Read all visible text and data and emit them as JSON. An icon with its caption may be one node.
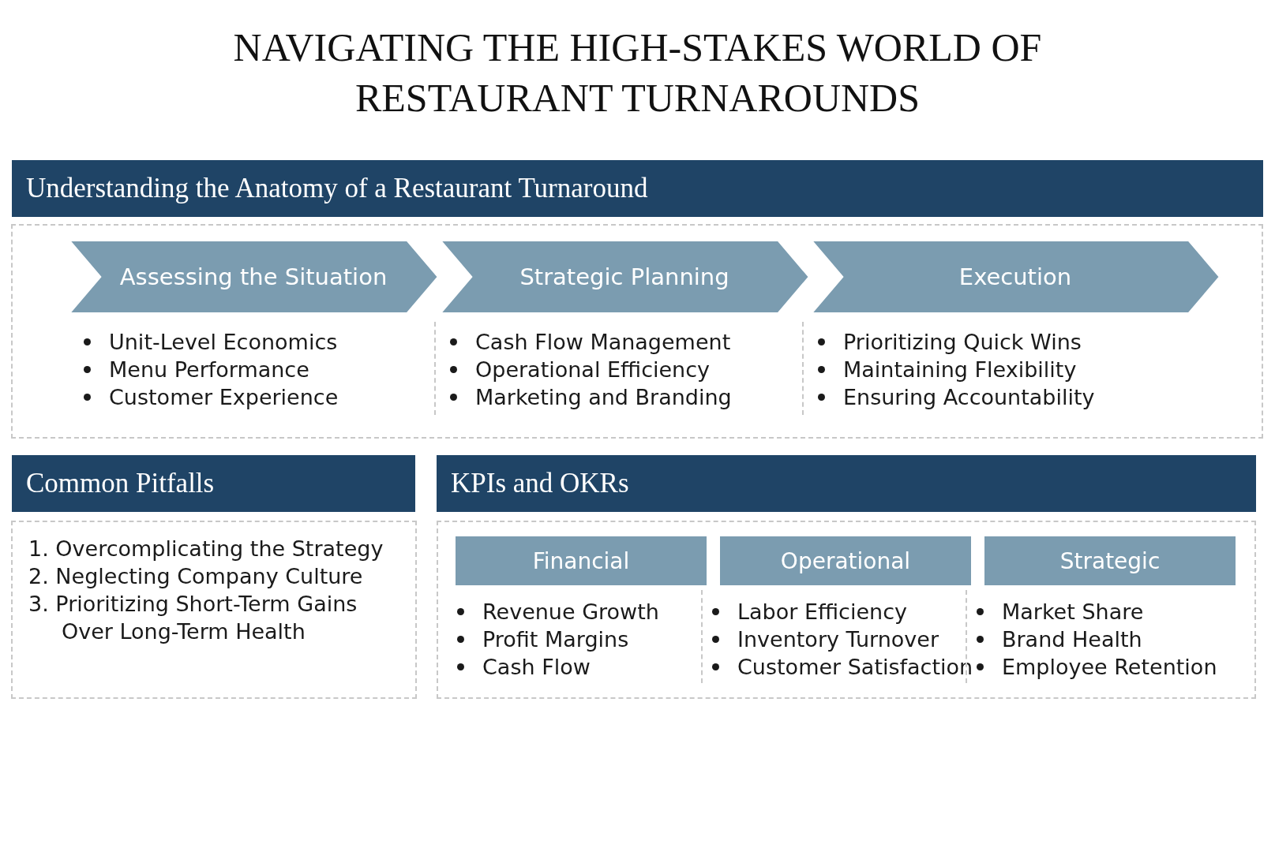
{
  "diagram": {
    "title": "NAVIGATING THE HIGH-STAKES WORLD OF RESTAURANT TURNAROUNDS",
    "nodes": [
      {
        "text": [
          "Understanding the Anatomy of a Restaurant Turnaround"
        ]
      },
      {
        "text": [],
        "shape": "box"
      },
      {
        "text": [
          "Assessing the Situation"
        ],
        "in": 1,
        "beside": [
          "Unit-Level Economics",
          "Menu Performance",
          "Customer Experience"
        ]
      },
      {
        "text": [
          "Strategic Planning"
        ],
        "in": 1,
        "beside": [
          "Cash Flow Management",
          "Operational Efficiency",
          "Marketing and Branding"
        ]
      },
      {
        "text": [
          "Execution"
        ],
        "in": 1,
        "beside": [
          "Prioritizing Quick Wins",
          "Maintaining Flexibility",
          "Ensuring Accountability"
        ]
      },
      {
        "text": [
          "Common Pitfalls"
        ]
      },
      {
        "text": [
          "1. Overcomplicating the Strategy",
          "2. Neglecting Company Culture",
          "3. Prioritizing Short-Term Gains Over Long-Term Health"
        ]
      },
      {
        "text": [
          "KPIs and OKRs"
        ]
      },
      {
        "text": [],
        "shape": "box"
      },
      {
        "text": [
          "Financial"
        ],
        "in": 8,
        "beside": [
          "Revenue Growth",
          "Profit Margins",
          "Cash Flow"
        ]
      },
      {
        "text": [
          "Operational"
        ],
        "in": 8,
        "beside": [
          "Labor Efficiency",
          "Inventory Turnover",
          "Customer Satisfaction"
        ]
      },
      {
        "text": [
          "Strategic"
        ],
        "in": 8,
        "beside": [
          "Market Share",
          "Brand Health",
          "Employee Retention"
        ]
      }
    ]
  }
}
